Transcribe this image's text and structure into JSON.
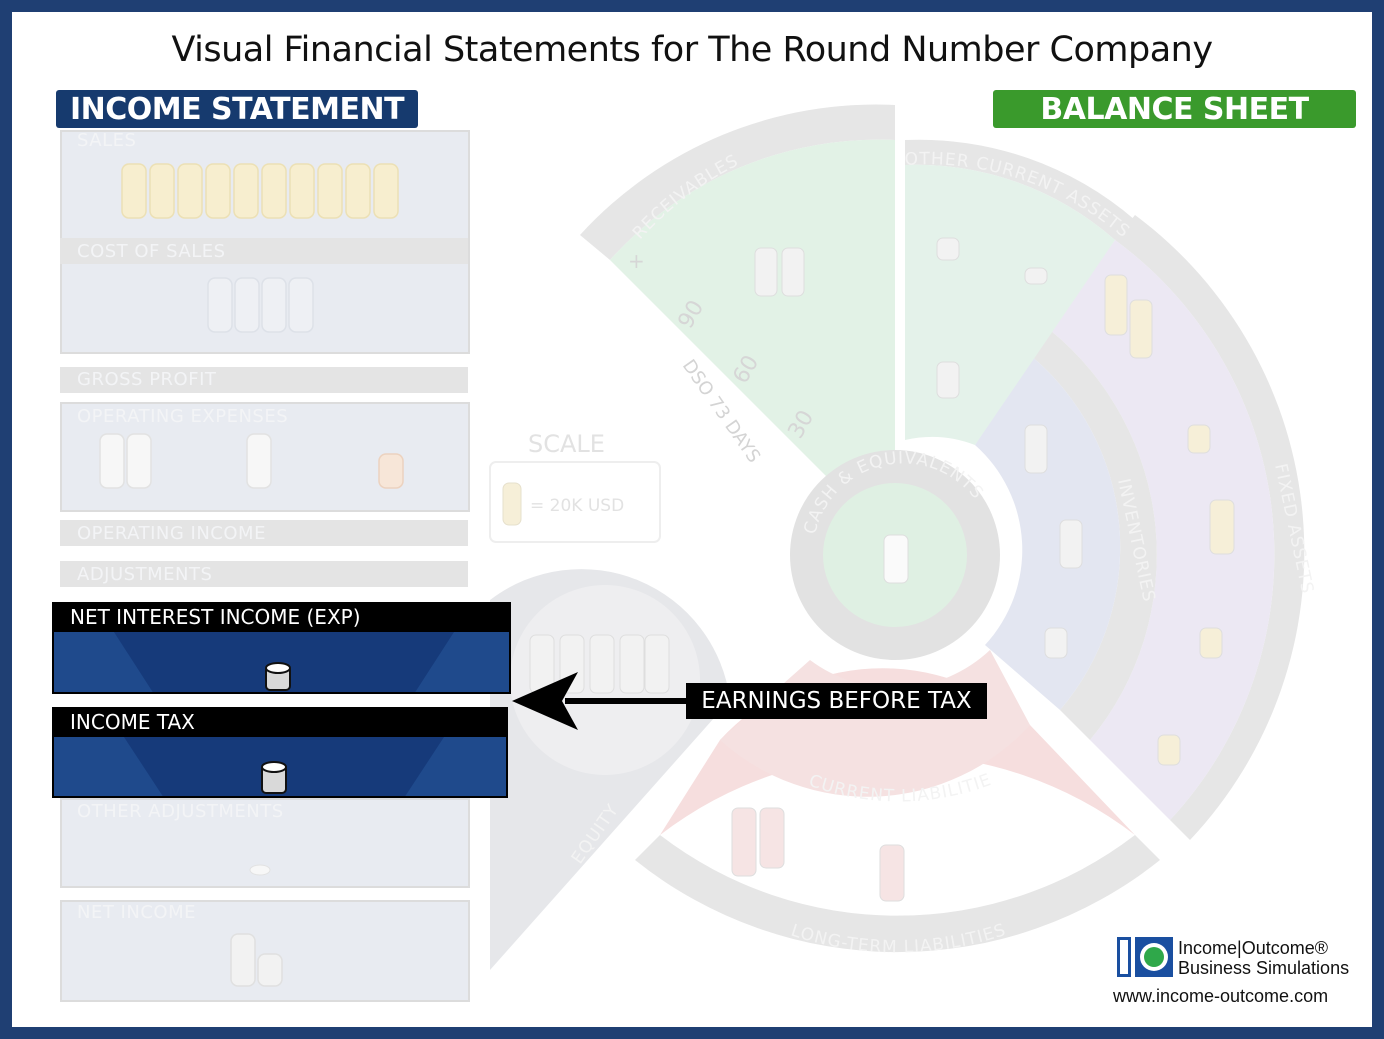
{
  "title": "Visual Financial Statements for The Round Number Company",
  "income_statement": {
    "header": "INCOME STATEMENT",
    "sales": "SALES",
    "cost_of_sales": "COST OF SALES",
    "gross_profit": "GROSS PROFIT",
    "operating_expenses": "OPERATING EXPENSES",
    "operating_income": "OPERATING INCOME",
    "adjustments": "ADJUSTMENTS",
    "net_interest": "NET INTEREST INCOME (EXP)",
    "income_tax": "INCOME TAX",
    "other_adjustments": "OTHER ADJUSTMENTS",
    "net_income": "NET INCOME"
  },
  "balance_sheet": {
    "header": "BALANCE SHEET",
    "receivables": "RECEIVABLES",
    "other_current_assets": "OTHER CURRENT ASSETS",
    "fixed_assets": "FIXED ASSETS",
    "inventories": "INVENTORIES",
    "cash": "CASH & EQUIVALENTS",
    "current_liabilities": "CURRENT LIABILITIES",
    "long_term_liabilities": "LONG-TERM LIABILITIES",
    "equity": "EQUITY",
    "dso_label": "DSO 73 DAYS",
    "dso_ticks": [
      "90",
      "60",
      "30"
    ],
    "plus": "+"
  },
  "scale": {
    "title": "SCALE",
    "value": "= 20K USD"
  },
  "callout": "EARNINGS BEFORE TAX",
  "logo": {
    "brand_line1": "Income|Outcome®",
    "brand_line2": "Business Simulations",
    "url": "www.income-outcome.com"
  },
  "colors": {
    "frame": "#1f3f73",
    "income_header": "#163a6e",
    "balance_header": "#3a9a2c",
    "highlight_body": "#163a7a",
    "receivables": "#d9efe0",
    "fixed_assets": "#e6e0f0",
    "liabilities": "#f6d4d4",
    "inventories": "#dfe3f2",
    "equity": "#e4e5e8"
  }
}
